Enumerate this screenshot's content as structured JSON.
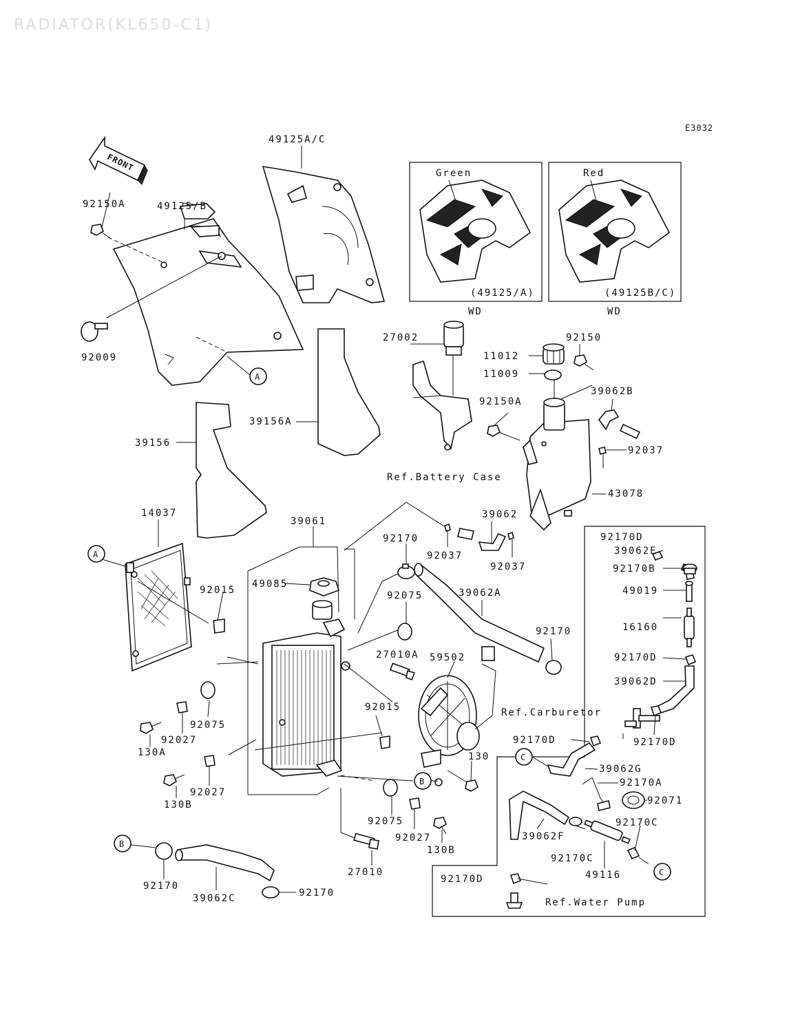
{
  "header": {
    "watermark": "RADIATOR(KL650-C1)",
    "code": "E3032",
    "front": "FRONT"
  },
  "insets": {
    "green": {
      "color_label": "Green",
      "part_label": "(49125/A)",
      "wd": "WD"
    },
    "red": {
      "color_label": "Red",
      "part_label": "(49125B/C)",
      "wd": "WD"
    }
  },
  "refs": {
    "battery": "Ref.Battery Case",
    "carburetor": "Ref.Carburetor",
    "water_pump": "Ref.Water Pump"
  },
  "callouts": {
    "A": "A",
    "B": "B",
    "C": "C"
  },
  "labels": [
    "49125A/C",
    "92150A",
    "49125/B",
    "92009",
    "27002",
    "11012",
    "92150",
    "11009",
    "92150A",
    "39062B",
    "92037",
    "39156A",
    "39156",
    "43078",
    "14037",
    "39061",
    "39062",
    "92170",
    "92037",
    "92037",
    "92015",
    "49085",
    "92075",
    "39062A",
    "92170",
    "27010A",
    "59502",
    "92075",
    "92027",
    "130A",
    "92015",
    "92027",
    "130B",
    "130",
    "92075",
    "92027",
    "130B",
    "27010",
    "92170",
    "39062C",
    "92170",
    "92170D",
    "39062E",
    "92170B",
    "49019",
    "16160",
    "92170D",
    "39062D",
    "92170D",
    "92170D",
    "39062G",
    "92170A",
    "92071",
    "92170C",
    "39062F",
    "92170C",
    "49116",
    "92170D"
  ]
}
